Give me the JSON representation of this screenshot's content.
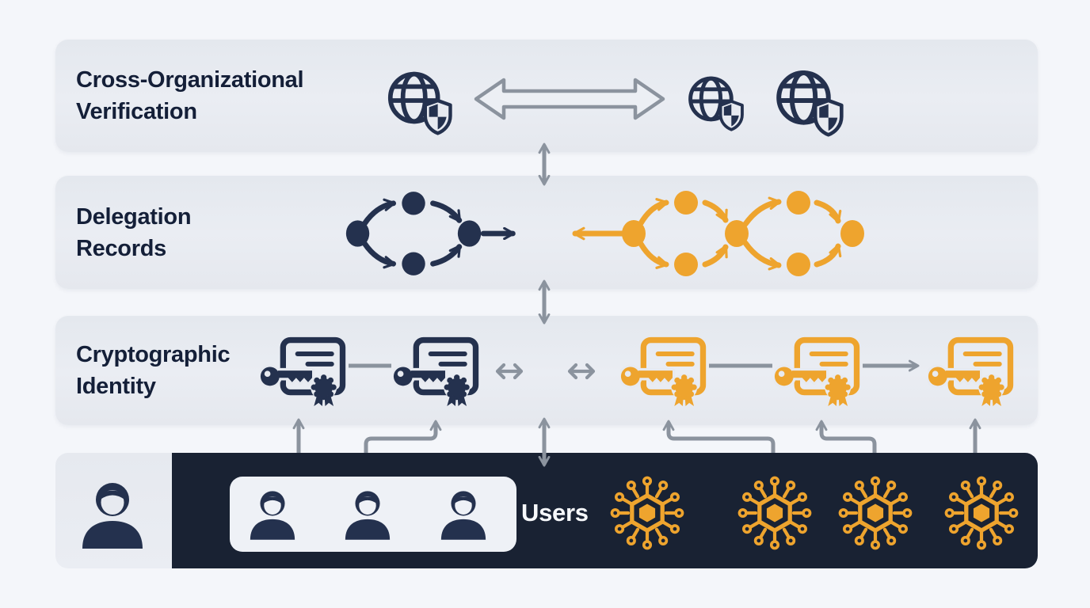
{
  "colors": {
    "page_background": "#f4f6fa",
    "band_background": "#e7eaf0",
    "dark_navy": "#24314e",
    "title_text": "#141f38",
    "dark_band_background": "#192233",
    "orange": "#eea42e",
    "connector_gray": "#8b939e",
    "users_box_background": "#eef1f6",
    "users_label_text": "#f6f8fb"
  },
  "bands": [
    {
      "label": "Cross-Organizational\nVerification",
      "icons": [
        "globe-shield-icon",
        "bidirectional-arrow-icon",
        "globe-shield-icon",
        "globe-shield-icon"
      ]
    },
    {
      "label": "Delegation\nRecords",
      "icons": [
        "delegation-cycle-icon-dark",
        "delegation-chain-icon-orange"
      ]
    },
    {
      "label": "Cryptographic\nIdentity",
      "icons": [
        "key-certificate-icon-dark",
        "key-certificate-icon-dark",
        "exchange-arrow-icon",
        "exchange-arrow-icon",
        "key-certificate-icon-orange",
        "key-certificate-icon-orange",
        "key-certificate-icon-orange"
      ]
    },
    {
      "label": "Users",
      "icons": [
        "person-icon",
        "person-icon",
        "person-icon",
        "person-icon",
        "circuit-node-icon",
        "circuit-node-icon",
        "circuit-node-icon",
        "circuit-node-icon"
      ]
    }
  ]
}
